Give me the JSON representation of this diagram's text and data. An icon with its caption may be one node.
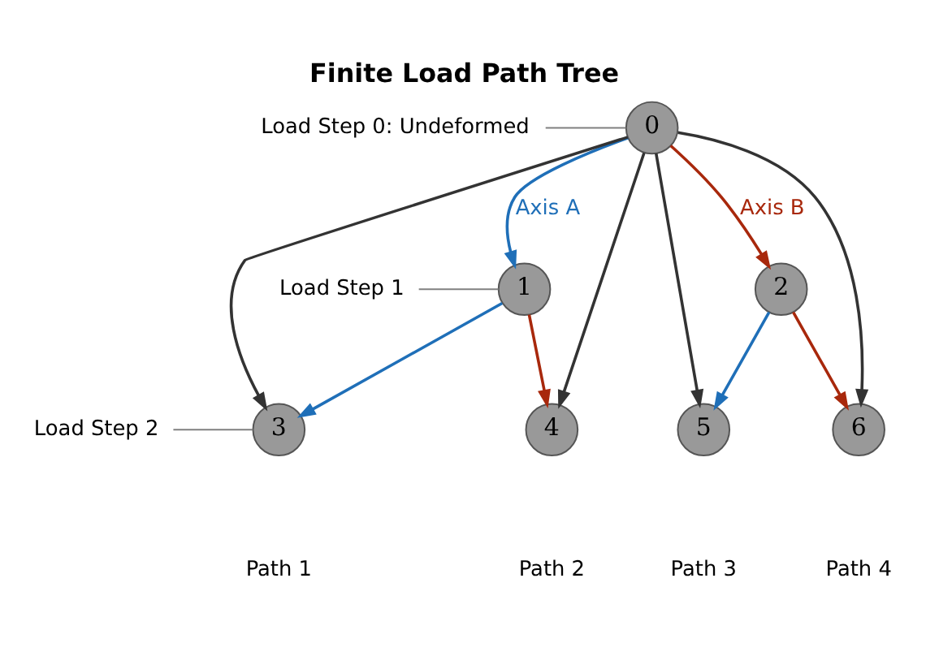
{
  "diagram": {
    "title": "Finite Load Path Tree",
    "nodes": [
      {
        "text": [
          "Load Step 0: Undeformed"
        ]
      },
      {
        "text": [
          "0"
        ]
      },
      {
        "text": [
          "Load Step 1"
        ]
      },
      {
        "text": [
          "1"
        ]
      },
      {
        "text": [
          "2"
        ]
      },
      {
        "text": [
          "Load Step 2"
        ]
      },
      {
        "text": [
          "3"
        ]
      },
      {
        "text": [
          "4"
        ]
      },
      {
        "text": [
          "5"
        ]
      },
      {
        "text": [
          "6"
        ]
      }
    ],
    "edges": [
      {
        "from": 0,
        "to": 1,
        "arrow": "none",
        "color": "#808080"
      },
      {
        "from": 2,
        "to": 3,
        "arrow": "none",
        "color": "#808080"
      },
      {
        "from": 5,
        "to": 6,
        "arrow": "none",
        "color": "#808080"
      },
      {
        "from": 1,
        "to": 6,
        "arrow": "to"
      },
      {
        "from": 1,
        "to": 3,
        "arrow": "to",
        "color": "#1f6fb8",
        "label": "Axis A"
      },
      {
        "from": 1,
        "to": 7,
        "arrow": "to"
      },
      {
        "from": 1,
        "to": 8,
        "arrow": "to"
      },
      {
        "from": 1,
        "to": 4,
        "arrow": "to",
        "color": "#a8280c",
        "label": "Axis B"
      },
      {
        "from": 1,
        "to": 9,
        "arrow": "to"
      },
      {
        "from": 3,
        "to": 6,
        "arrow": "to",
        "color": "#1f6fb8"
      },
      {
        "from": 3,
        "to": 7,
        "arrow": "to",
        "color": "#a8280c"
      },
      {
        "from": 4,
        "to": 8,
        "arrow": "to",
        "color": "#1f6fb8"
      },
      {
        "from": 4,
        "to": 9,
        "arrow": "to",
        "color": "#a8280c"
      }
    ],
    "labels": [
      "Path 1",
      "Path 2",
      "Path 3",
      "Path 4"
    ]
  }
}
